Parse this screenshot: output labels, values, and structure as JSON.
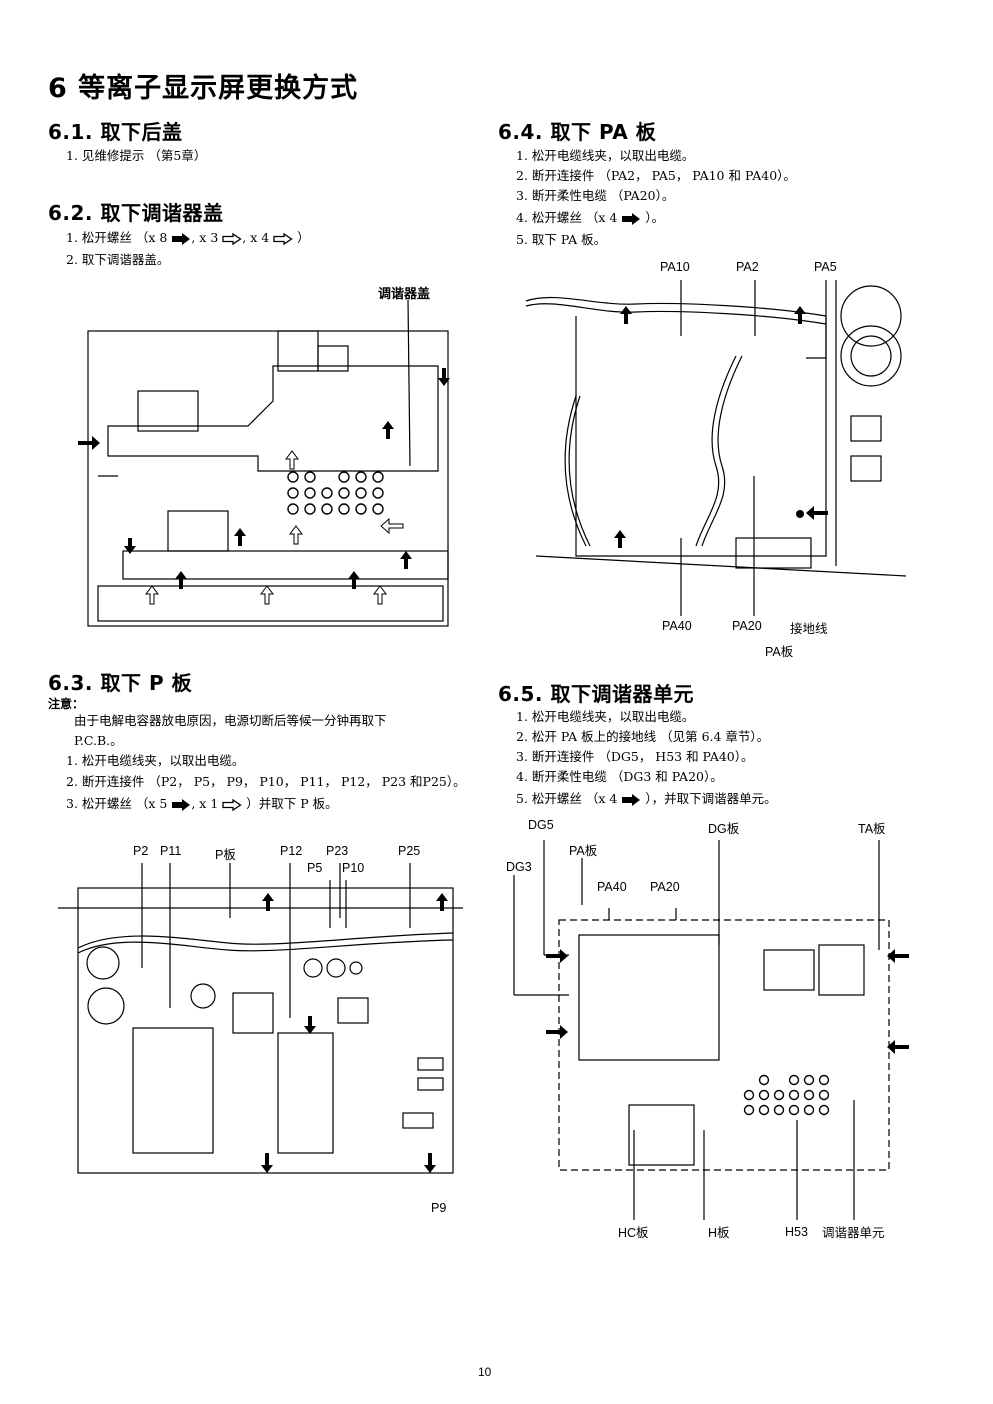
{
  "title": "6 等离子显示屏更换方式",
  "s61": {
    "heading": "6.1.  取下后盖",
    "steps": [
      "1. 见维修提示 （第5章）"
    ]
  },
  "s62": {
    "heading": "6.2.  取下调谐器盖",
    "step1_prefix": "1. 松开螺丝 （x 8",
    "step1_mid1": ", x 3",
    "step1_mid2": ", x 4",
    "step1_suffix": " ）",
    "step2": "2. 取下调谐器盖。",
    "fig_label": "调谐器盖"
  },
  "s63": {
    "heading": "6.3.  取下 P 板",
    "note_label": "注意：",
    "note_text1": "由于电解电容器放电原因，电源切断后等候一分钟再取下",
    "note_text2": "P.C.B.。",
    "step1": "1. 松开电缆线夹，以取出电缆。",
    "step2": "2. 断开连接件 （P2， P5， P9， P10， P11， P12， P23 和P25）。",
    "step3_prefix": "3. 松开螺丝 （x 5",
    "step3_mid": ", x 1",
    "step3_suffix": " ）并取下 P 板。",
    "labels": [
      "P2",
      "P11",
      "P板",
      "P12",
      "P23",
      "P5",
      "P10",
      "P25",
      "P9"
    ]
  },
  "s64": {
    "heading": "6.4.  取下 PA 板",
    "step1": "1. 松开电缆线夹，以取出电缆。",
    "step2": "2. 断开连接件 （PA2， PA5， PA10 和 PA40）。",
    "step3": "3. 断开柔性电缆 （PA20）。",
    "step4_prefix": "4. 松开螺丝 （x 4",
    "step4_suffix": " ）。",
    "step5": "5. 取下 PA 板。",
    "labels": [
      "PA10",
      "PA2",
      "PA5",
      "PA40",
      "PA20",
      "接地线",
      "PA板"
    ]
  },
  "s65": {
    "heading": "6.5.  取下调谐器单元",
    "step1": "1. 松开电缆线夹，以取出电缆。",
    "step2": "2. 松开 PA 板上的接地线 （见第 6.4 章节）。",
    "step3": "3. 断开连接件 （DG5， H53 和 PA40）。",
    "step4": "4. 断开柔性电缆 （DG3 和 PA20）。",
    "step5_prefix": "5. 松开螺丝 （x 4",
    "step5_suffix": " ），并取下调谐器单元。",
    "labels": [
      "DG5",
      "DG板",
      "TA板",
      "PA板",
      "DG3",
      "PA40",
      "PA20",
      "HC板",
      "H板",
      "H53",
      "调谐器单元"
    ]
  },
  "page_number": "10"
}
